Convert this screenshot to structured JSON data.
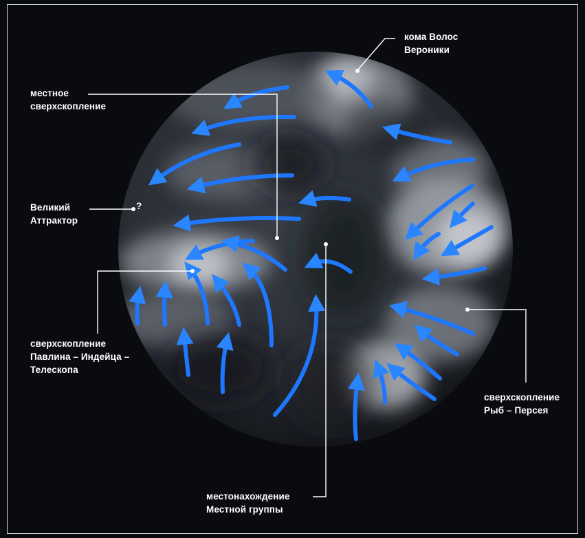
{
  "labels": {
    "coma": {
      "line1": "кома Волос",
      "line2": "Вероники"
    },
    "local_supercluster": {
      "line1": "местное",
      "line2": "сверхскопление"
    },
    "great_attractor": {
      "line1": "Великий",
      "line2": "Аттрактор",
      "mark": "?"
    },
    "pavo_indus": {
      "line1": "сверхскопление",
      "line2": "Павлина – Индейца –",
      "line3": "Телескопа"
    },
    "pisces_perseus": {
      "line1": "сверхскопление",
      "line2": "Рыб – Персея"
    },
    "local_group": {
      "line1": "местонахождение",
      "line2": "Местной группы"
    }
  },
  "colors": {
    "background": "#0a0b0f",
    "arrow": "#1e78ff",
    "arrow_head": "#2a86ff",
    "leader_line": "#ffffff"
  },
  "icons": {
    "flow_arrow": "curved-arrow-icon",
    "marker": "point-marker-icon"
  }
}
